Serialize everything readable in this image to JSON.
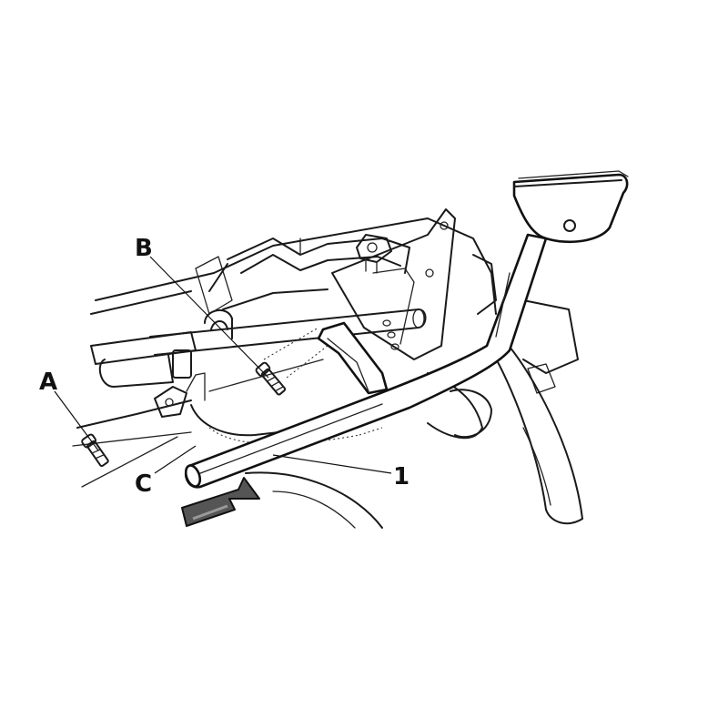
{
  "callouts": {
    "a": "A",
    "b": "B",
    "c": "C",
    "part_1": "1"
  },
  "colors": {
    "line": "#1a1a1a",
    "background": "#ffffff",
    "arrow_fill": "#555555"
  },
  "icons": {
    "arrow": "installation-direction-arrow-icon",
    "bolt": "screw-bolt-icon"
  }
}
